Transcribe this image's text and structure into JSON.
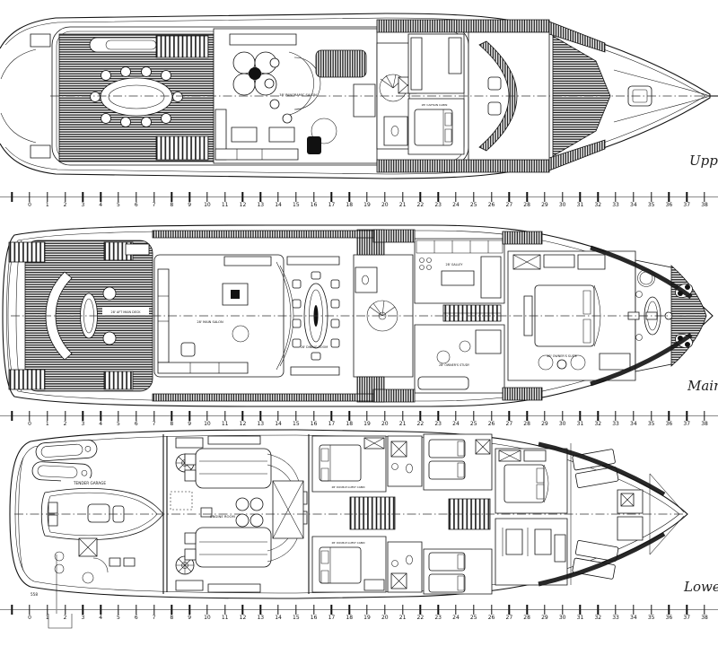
{
  "decks": {
    "upper": {
      "name": "Upper Deck",
      "rooms": {
        "salon": "38' PANORAMIC SALON",
        "captain": "2B' CAPTAIN CABIN"
      }
    },
    "main": {
      "name": "Main Deck",
      "rooms": {
        "aft_deck": "28' AFT MAIN DECK",
        "salon": "28' MAIN SALON",
        "dining": "28' DINING ROOM",
        "galley": "2B' GALLEY",
        "study": "2B' OWNER'S STUDY",
        "suite": "2B' OWNER'S SUITE"
      }
    },
    "lower": {
      "name": "Lower Deck",
      "rooms": {
        "tender": "TENDER GARAGE",
        "engine": "ENGINE ROOM",
        "guest_fwd": "2B' DOUBLE GUEST CABIN",
        "guest_aft": "2B' DOUBLE GUEST CABIN"
      },
      "frame_note": "558"
    }
  },
  "ruler": {
    "first": 0,
    "last": 38
  }
}
